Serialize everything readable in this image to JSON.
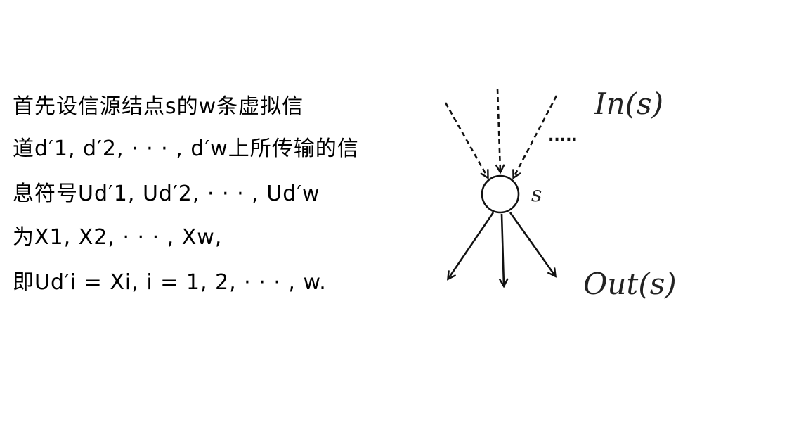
{
  "paragraph": {
    "line1": "首先设信源结点s的w条虚拟信",
    "line2": "道d′1, d′2, · · · , d′w上所传输的信",
    "line3": "息符号Ud′1, Ud′2, · · · , Ud′w",
    "line4": "为X1, X2, · · · , Xw,",
    "line5": "即Ud′i = Xi, i = 1, 2, · · · , w."
  },
  "diagram": {
    "in_label": "In(s)",
    "out_label": "Out(s)",
    "node_label": "s",
    "dots": "....."
  }
}
